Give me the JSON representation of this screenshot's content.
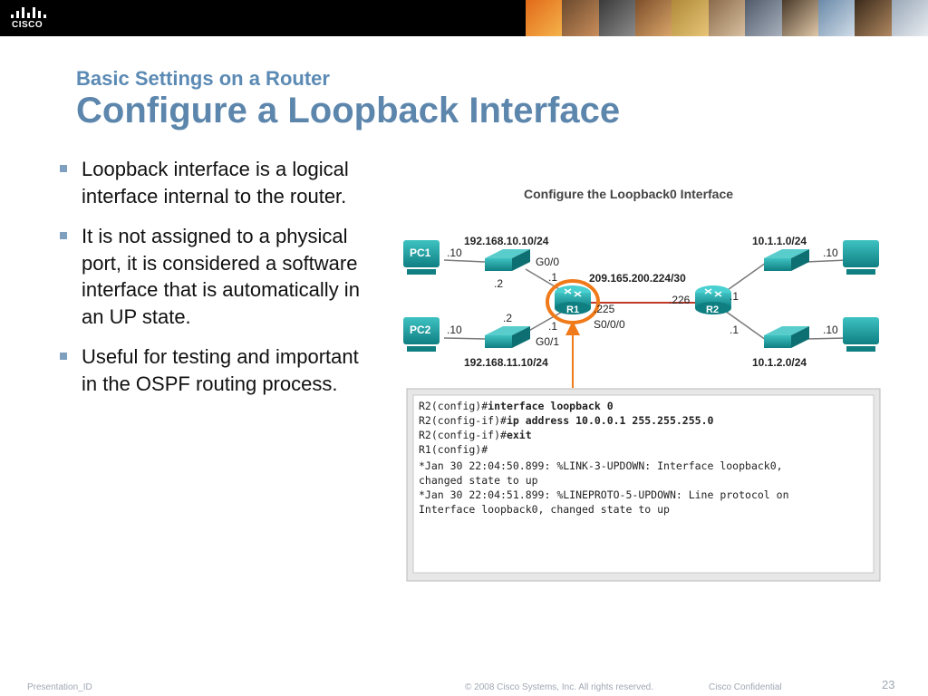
{
  "header": {
    "logo_text": "CISCO"
  },
  "slide": {
    "subtitle": "Basic Settings on a Router",
    "title": "Configure a Loopback Interface",
    "bullets": [
      {
        "text": "Loopback interface is a logical interface internal to the router."
      },
      {
        "text": "It is not assigned to a physical port, it  is considered a software interface that is automatically in an UP state."
      },
      {
        "text": "Useful for testing and important in the OSPF routing process."
      }
    ]
  },
  "diagram": {
    "title": "Configure the Loopback0 Interface",
    "pcs": [
      "PC1",
      "PC2"
    ],
    "routers": [
      "R1",
      "R2"
    ],
    "networks": {
      "lan1": "192.168.10.10/24",
      "lan2": "192.168.11.10/24",
      "wan": "209.165.200.224/30",
      "r2_lan1": "10.1.1.0/24",
      "r2_lan2": "10.1.2.0/24"
    },
    "interfaces": {
      "g00": "G0/0",
      "g01": "G0/1",
      "s000": "S0/0/0"
    },
    "host_labels": {
      "pc1": ".10",
      "pc2": ".10",
      "sw1": ".2",
      "sw2": ".2",
      "r1_g00": ".1",
      "r1_g01": ".1",
      "r1_wan": ".225",
      "r2_wan": ".226",
      "r2_up": ".1",
      "r2_down": ".1",
      "pc3": ".10",
      "pc4": ".10"
    },
    "cli": [
      {
        "prompt": "R2(config)#",
        "cmd": "interface loopback 0"
      },
      {
        "prompt": "R2(config-if)#",
        "cmd": "ip address 10.0.0.1 255.255.255.0"
      },
      {
        "prompt": "R2(config-if)#",
        "cmd": "exit"
      },
      {
        "prompt": "R1(config)#",
        "cmd": ""
      },
      {
        "prompt": "*Jan 30 22:04:50.899: %LINK-3-UPDOWN: Interface loopback0,",
        "cmd": ""
      },
      {
        "prompt": "changed state to up",
        "cmd": ""
      },
      {
        "prompt": "*Jan 30 22:04:51.899: %LINEPROTO-5-UPDOWN: Line protocol on",
        "cmd": ""
      },
      {
        "prompt": "Interface loopback0, changed state to up",
        "cmd": ""
      }
    ]
  },
  "footer": {
    "presentation_id": "Presentation_ID",
    "copyright": "© 2008 Cisco Systems, Inc. All rights reserved.",
    "confidential": "Cisco Confidential",
    "page_number": "23"
  },
  "colors": {
    "title": "#5d86ad",
    "device": "#1a9c9c",
    "highlight": "#f07a1a",
    "wan_link": "#c0392b"
  }
}
